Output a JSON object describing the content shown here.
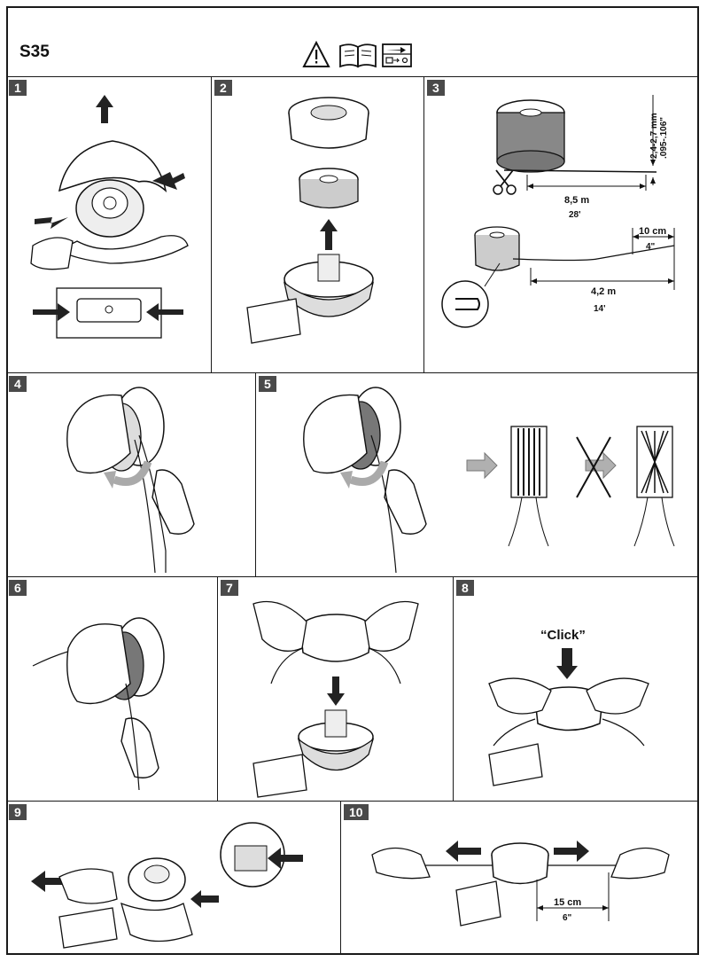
{
  "header": {
    "model": "S35",
    "icons": [
      "warning-icon",
      "manual-book-icon",
      "tool-box-icon"
    ]
  },
  "steps": [
    {
      "number": "1"
    },
    {
      "number": "2"
    },
    {
      "number": "3",
      "line_diameter_mm": "2,4-2,7 mm",
      "line_diameter_in": ".095-.106\"",
      "total_length_m": "8,5 m",
      "total_length_ft": "28'",
      "end_length_cm": "10 cm",
      "end_length_in": "4\"",
      "half_length_m": "4,2 m",
      "half_length_ft": "14'"
    },
    {
      "number": "4"
    },
    {
      "number": "5"
    },
    {
      "number": "6"
    },
    {
      "number": "7"
    },
    {
      "number": "8",
      "sound_label": "“Click”"
    },
    {
      "number": "9"
    },
    {
      "number": "10",
      "remaining_length_cm": "15 cm",
      "remaining_length_in": "6\""
    }
  ],
  "colors": {
    "ink": "#111111",
    "badge": "#4a4a4a",
    "arrow_grey": "#b0b0b0"
  }
}
